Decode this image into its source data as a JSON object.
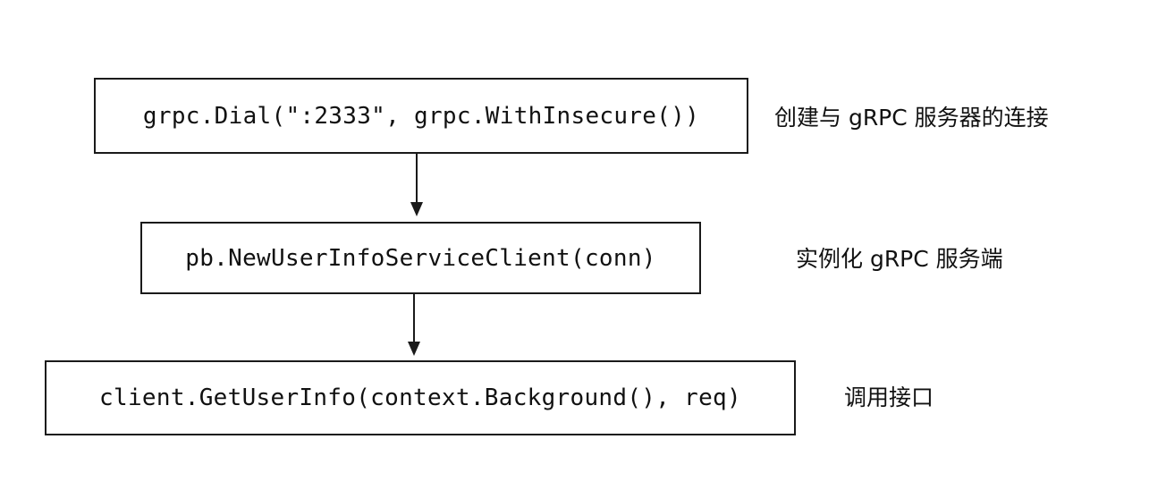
{
  "steps": [
    {
      "code": "grpc.Dial(\":2333\", grpc.WithInsecure())",
      "note": "创建与 gRPC 服务器的连接"
    },
    {
      "code": "pb.NewUserInfoServiceClient(conn)",
      "note": "实例化 gRPC 服务端"
    },
    {
      "code": "client.GetUserInfo(context.Background(), req)",
      "note": "调用接口"
    }
  ],
  "colors": {
    "border": "#1a1a1a",
    "text": "#111111",
    "background": "#ffffff"
  }
}
